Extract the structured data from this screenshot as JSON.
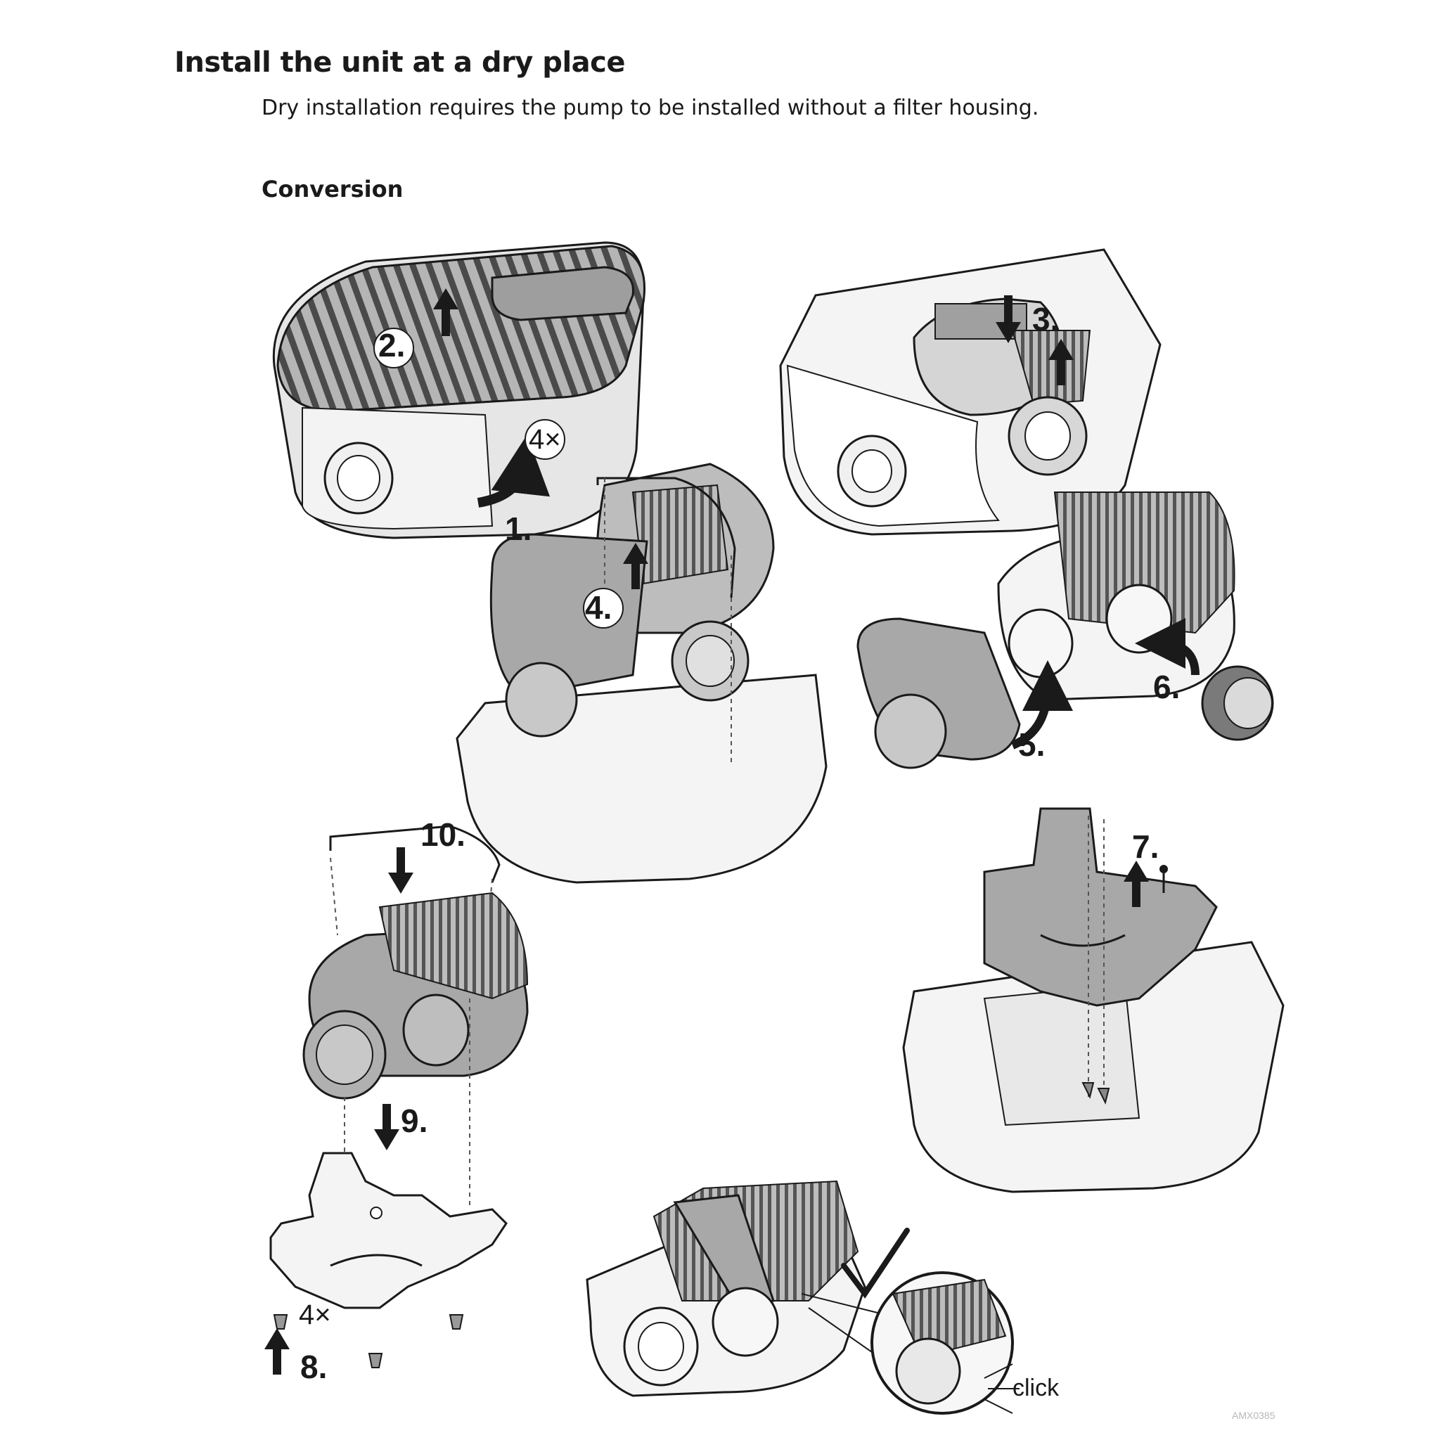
{
  "document": {
    "title": "Install the unit at a dry place",
    "intro": "Dry installation requires the pump to be installed without a filter housing.",
    "section_heading": "Conversion"
  },
  "figure": {
    "steps": {
      "s1": "1.",
      "s2": "2.",
      "s3": "3.",
      "s4": "4.",
      "s5": "5.",
      "s6": "6.",
      "s7": "7.",
      "s8": "8.",
      "s9": "9.",
      "s10": "10."
    },
    "multiplier_top": "4×",
    "multiplier_bottom": "4×",
    "click_label": "click",
    "drawing_code": "AMX0385"
  },
  "colors": {
    "line": "#1a1a1a",
    "part_gray": "#b5b5b5",
    "part_light": "#e6e6e6",
    "background": "#ffffff"
  },
  "icons": [
    "arrow-up-icon",
    "arrow-down-icon",
    "curved-arrow-icon",
    "checkmark-icon"
  ]
}
